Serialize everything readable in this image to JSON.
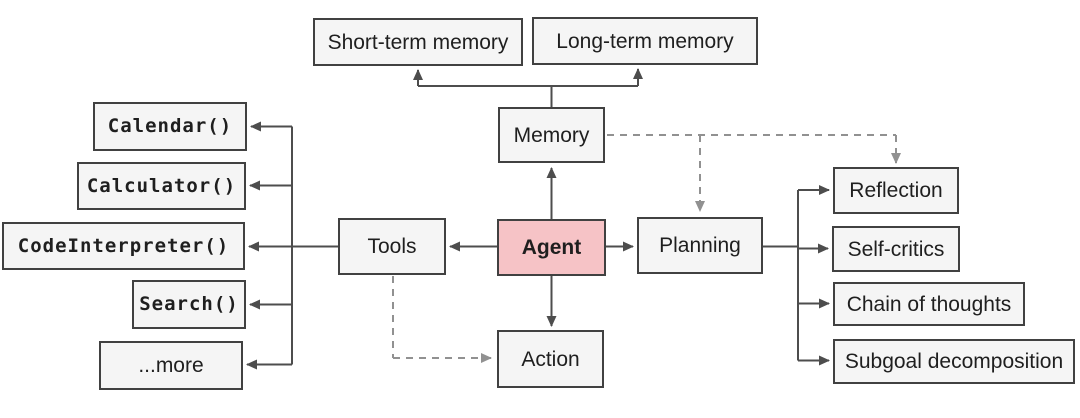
{
  "colors": {
    "canvas_bg": "#ffffff",
    "box_fill": "#f5f5f5",
    "agent_fill": "#f6c3c6",
    "box_border": "#414141",
    "solid_arrow": "#4d4d4d",
    "dashed_arrow": "#919191",
    "text_color": "#1f1f1f"
  },
  "nodes": {
    "short_term_memory": {
      "label": "Short-term memory"
    },
    "long_term_memory": {
      "label": "Long-term memory"
    },
    "memory": {
      "label": "Memory"
    },
    "calendar": {
      "label": "Calendar()"
    },
    "calculator": {
      "label": "Calculator()"
    },
    "code_interpreter": {
      "label": "CodeInterpreter()"
    },
    "search": {
      "label": "Search()"
    },
    "more": {
      "label": "...more"
    },
    "tools": {
      "label": "Tools"
    },
    "agent": {
      "label": "Agent"
    },
    "planning": {
      "label": "Planning"
    },
    "action": {
      "label": "Action"
    },
    "reflection": {
      "label": "Reflection"
    },
    "self_critics": {
      "label": "Self-critics"
    },
    "chain_of_thoughts": {
      "label": "Chain of thoughts"
    },
    "subgoal_decomposition": {
      "label": "Subgoal decomposition"
    }
  },
  "edges": [
    {
      "from": "memory",
      "to": "short_term_memory",
      "style": "solid"
    },
    {
      "from": "memory",
      "to": "long_term_memory",
      "style": "solid"
    },
    {
      "from": "agent",
      "to": "memory",
      "style": "solid"
    },
    {
      "from": "agent",
      "to": "tools",
      "style": "solid"
    },
    {
      "from": "agent",
      "to": "planning",
      "style": "solid"
    },
    {
      "from": "agent",
      "to": "action",
      "style": "solid"
    },
    {
      "from": "tools",
      "to": "calendar",
      "style": "solid"
    },
    {
      "from": "tools",
      "to": "calculator",
      "style": "solid"
    },
    {
      "from": "tools",
      "to": "code_interpreter",
      "style": "solid"
    },
    {
      "from": "tools",
      "to": "search",
      "style": "solid"
    },
    {
      "from": "tools",
      "to": "more",
      "style": "solid"
    },
    {
      "from": "planning",
      "to": "reflection",
      "style": "solid"
    },
    {
      "from": "planning",
      "to": "self_critics",
      "style": "solid"
    },
    {
      "from": "planning",
      "to": "chain_of_thoughts",
      "style": "solid"
    },
    {
      "from": "planning",
      "to": "subgoal_decomposition",
      "style": "solid"
    },
    {
      "from": "memory",
      "to": "planning",
      "style": "dashed"
    },
    {
      "from": "memory",
      "to": "reflection",
      "style": "dashed"
    },
    {
      "from": "tools",
      "to": "action",
      "style": "dashed"
    }
  ]
}
